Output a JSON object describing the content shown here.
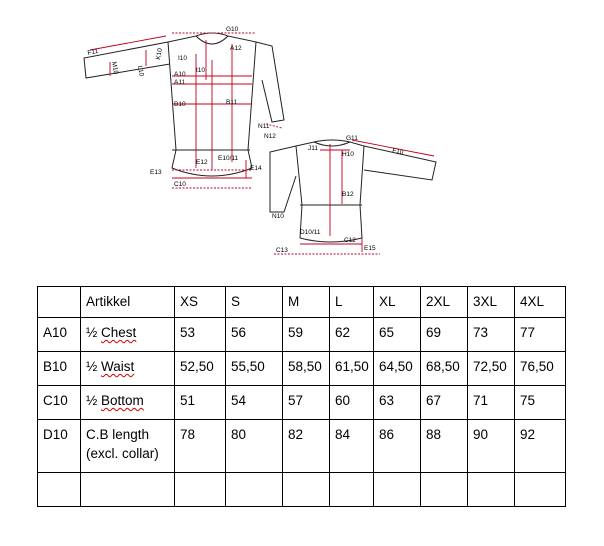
{
  "diagram": {
    "labels": {
      "g10": "G10",
      "a12": "A12",
      "f11": "F11",
      "k10": "K10",
      "l10": "L10",
      "m10": "M10",
      "i10_a": "I10",
      "i10_b": "I10",
      "a10": "A10",
      "a11": "A11",
      "b10": "B10",
      "b11": "B11",
      "n11": "N11",
      "n12": "N12",
      "e12": "E12",
      "e10_11": "E10/11",
      "e13": "E13",
      "e14": "E14",
      "c10": "C10",
      "g11": "G11",
      "f10": "F10",
      "j11": "J11",
      "h10": "H10",
      "b12": "B12",
      "n10": "N10",
      "d10_11": "D10/11",
      "c12": "C12",
      "c13": "C13",
      "e15": "E15"
    }
  },
  "table": {
    "header": [
      "",
      "Artikkel",
      "XS",
      "S",
      "M",
      "L",
      "XL",
      "2XL",
      "3XL",
      "4XL"
    ],
    "rows": [
      {
        "code": "A10",
        "name_prefix": "½ ",
        "name_word": "Chest",
        "name_extra": "",
        "values": [
          "53",
          "56",
          "59",
          "62",
          "65",
          "69",
          "73",
          "77"
        ]
      },
      {
        "code": "B10",
        "name_prefix": "½ ",
        "name_word": "Waist",
        "name_extra": "",
        "values": [
          "52,50",
          "55,50",
          "58,50",
          "61,50",
          "64,50",
          "68,50",
          "72,50",
          "76,50"
        ]
      },
      {
        "code": "C10",
        "name_prefix": "½ ",
        "name_word": "Bottom",
        "name_extra": "",
        "values": [
          "51",
          "54",
          "57",
          "60",
          "63",
          "67",
          "71",
          "75"
        ]
      },
      {
        "code": "D10",
        "name_prefix": "C.B length",
        "name_word": "",
        "name_extra": "(excl. collar)",
        "values": [
          "78",
          "80",
          "82",
          "84",
          "86",
          "88",
          "90",
          "92"
        ]
      },
      {
        "code": "",
        "name_prefix": "",
        "name_word": "",
        "name_extra": "",
        "values": [
          "",
          "",
          "",
          "",
          "",
          "",
          "",
          ""
        ]
      }
    ]
  }
}
